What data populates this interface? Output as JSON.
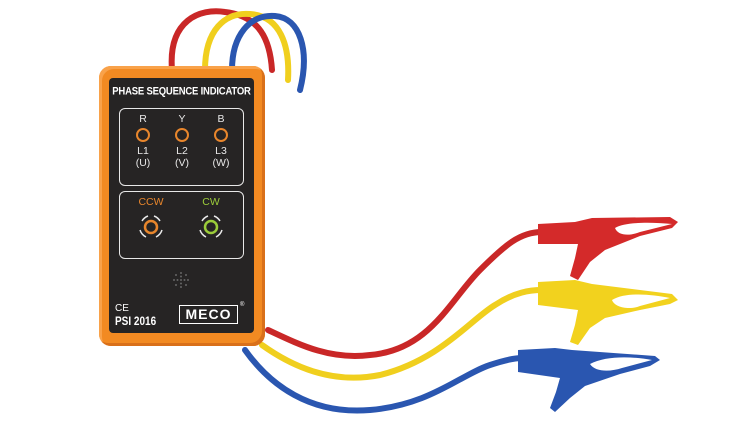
{
  "image": {
    "subject": "Phase sequence indicator with three test leads and alligator clips",
    "colors": {
      "background": "#ffffff",
      "housing": "#f28a22",
      "panel": "#262424",
      "panel_text": "#ffffff",
      "led_ring": "#e8862c",
      "ccw_color": "#e8862c",
      "cw_color": "#9ccc3a",
      "lead_red": "#d42a2a",
      "lead_yellow": "#f2d21e",
      "lead_blue": "#2a56b0"
    }
  },
  "device": {
    "title": "PHASE SEQUENCE INDICATOR",
    "phases": [
      {
        "letter": "R",
        "line": "L1",
        "terminal": "(U)"
      },
      {
        "letter": "Y",
        "line": "L2",
        "terminal": "(V)"
      },
      {
        "letter": "B",
        "line": "L3",
        "terminal": "(W)"
      }
    ],
    "rotation": {
      "ccw_label": "CCW",
      "cw_label": "CW"
    },
    "certification": "CE",
    "model": "PSI 2016",
    "brand": "MECO",
    "registered_mark": "®"
  },
  "leads": [
    {
      "color": "red",
      "clip": "red alligator clip"
    },
    {
      "color": "yellow",
      "clip": "yellow alligator clip"
    },
    {
      "color": "blue",
      "clip": "blue alligator clip"
    }
  ]
}
